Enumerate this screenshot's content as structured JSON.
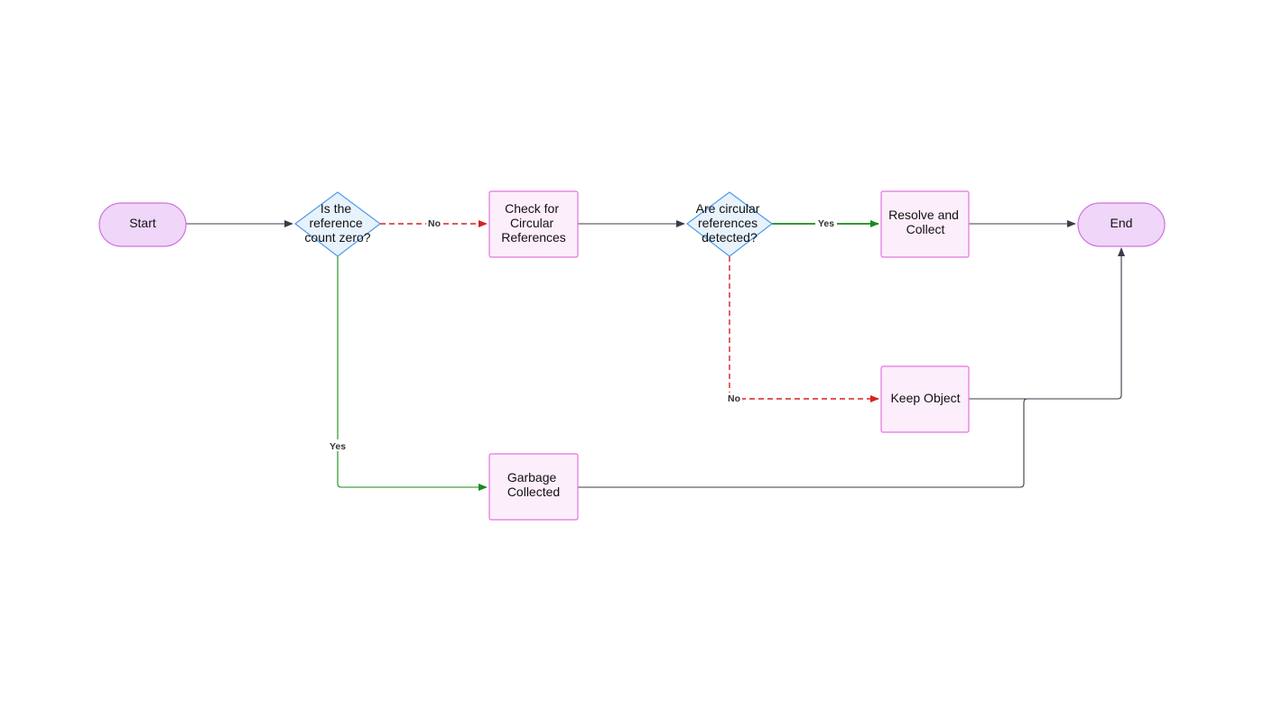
{
  "colors": {
    "terminal_fill": "#f0d6f8",
    "terminal_stroke": "#d071e4",
    "process_fill": "#fdeefb",
    "process_stroke": "#e474de",
    "decision_fill": "#e8f2fc",
    "decision_stroke": "#4f9bea",
    "edge_default": "#3a3d4a",
    "edge_yes": "#1a8a1a",
    "edge_no": "#d92020"
  },
  "nodes": {
    "start": {
      "lines": [
        "Start"
      ]
    },
    "refzero": {
      "lines": [
        "Is the",
        "reference",
        "count zero?"
      ]
    },
    "checkcirc": {
      "lines": [
        "Check for",
        "Circular",
        "References"
      ]
    },
    "circdetected": {
      "lines": [
        "Are circular",
        "references",
        "detected?"
      ]
    },
    "resolve": {
      "lines": [
        "Resolve and",
        "Collect"
      ]
    },
    "end": {
      "lines": [
        "End"
      ]
    },
    "keep": {
      "lines": [
        "Keep Object"
      ]
    },
    "garbage": {
      "lines": [
        "Garbage",
        "Collected"
      ]
    }
  },
  "edges": {
    "refzero_no": "No",
    "refzero_yes": "Yes",
    "circ_yes": "Yes",
    "circ_no": "No"
  }
}
